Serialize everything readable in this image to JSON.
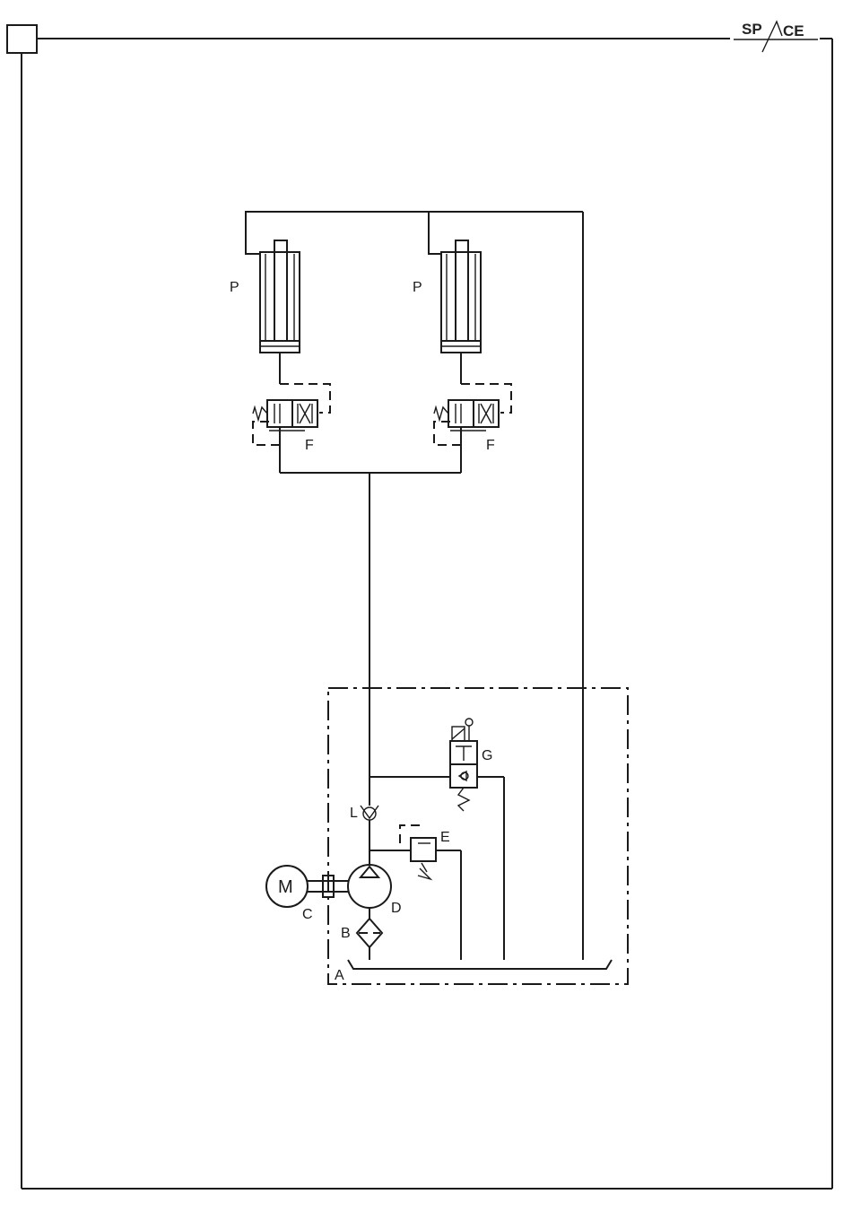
{
  "logo": {
    "text_left": "SP",
    "text_right": "CE"
  },
  "labels": {
    "cylinder_left": "P",
    "cylinder_right": "P",
    "valve_left": "F",
    "valve_right": "F",
    "motor": "M",
    "tank": "A",
    "filter": "B",
    "coupling": "C",
    "pump": "D",
    "relief_valve": "E",
    "lowering_valve": "G",
    "check_valve": "L"
  }
}
